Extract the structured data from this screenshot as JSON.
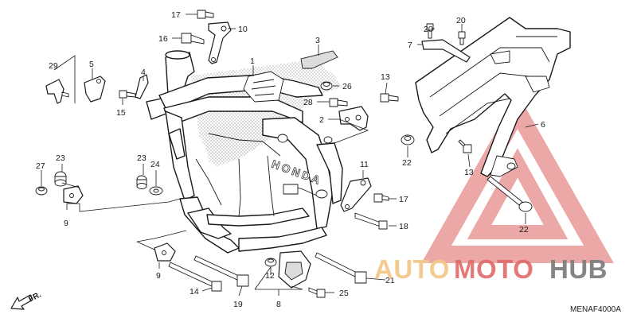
{
  "diagram": {
    "code": "MENAF4000A",
    "direction_label": "FR.",
    "frame_brand_text": "HONDA",
    "labels": [
      "17",
      "10",
      "16",
      "3",
      "1",
      "29",
      "5",
      "4",
      "26",
      "15",
      "28",
      "2",
      "23",
      "27",
      "9",
      "23",
      "24",
      "11",
      "17",
      "18",
      "9",
      "14",
      "19",
      "12",
      "8",
      "25",
      "21",
      "20",
      "20",
      "7",
      "13",
      "6",
      "22",
      "13",
      "22"
    ],
    "watermark": {
      "auto": "AUTO",
      "moto": "MOTO",
      "hub": "HUB",
      "auto_color": "#f3c98c",
      "moto_color": "#e06a6a",
      "hub_color": "#7f7f7f",
      "triangle_color": "#e58a8a"
    }
  }
}
